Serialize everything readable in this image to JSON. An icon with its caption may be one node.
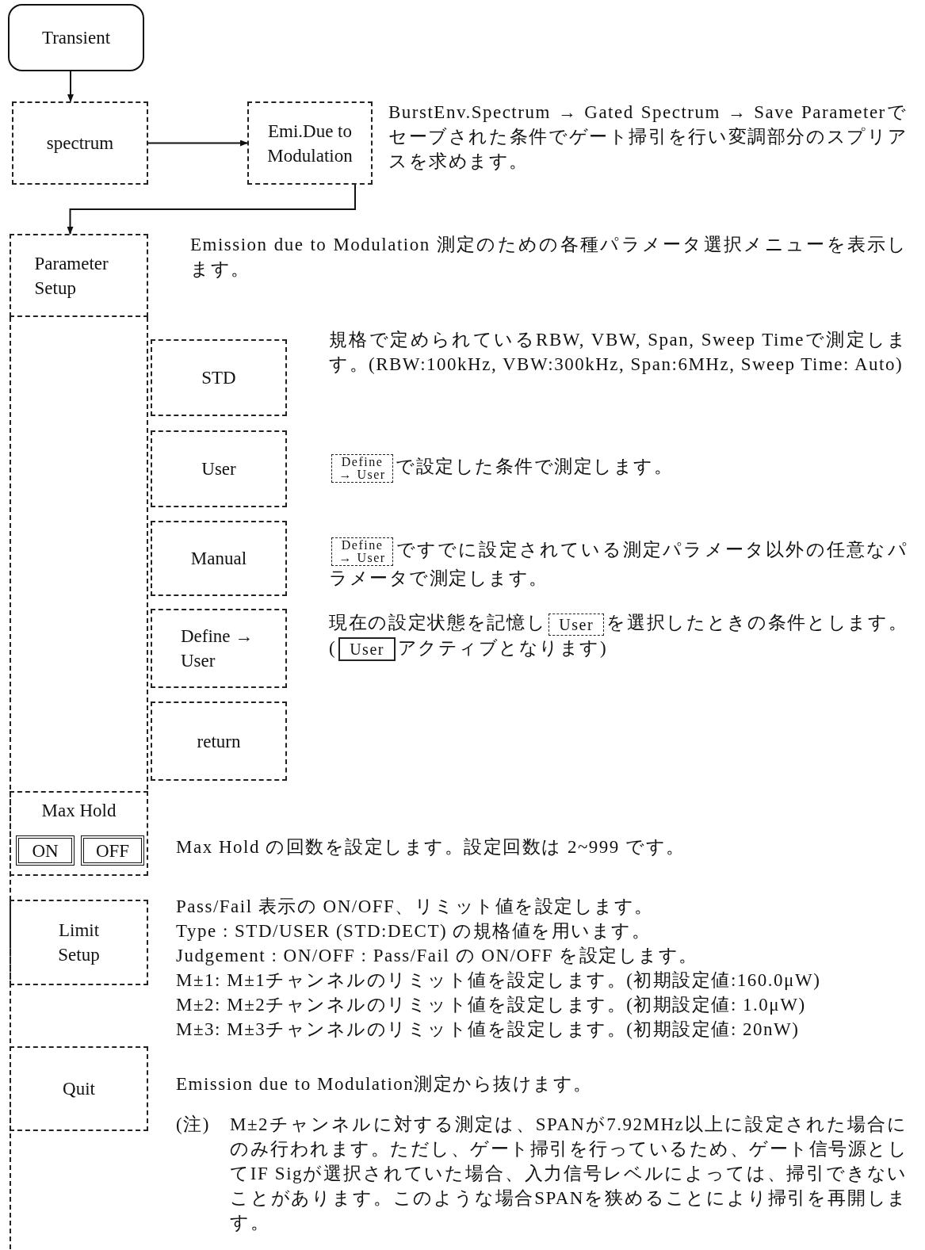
{
  "diagram": {
    "nodes": [
      {
        "text": [
          "Transient"
        ]
      },
      {
        "text": [
          "spectrum"
        ]
      },
      {
        "text": [
          "Emi.Due to Modulation"
        ],
        "beside": [
          "BurstEnv.Spectrum → Gated Spectrum → Save Parameterでセーブされた条件でゲート掃引を行い変調部分のスプリアスを求めます。"
        ]
      },
      {
        "text": [
          "Parameter Setup"
        ],
        "beside": [
          "Emission due to Modulation 測定のための各種パラメータ選択メニューを表示します。"
        ]
      },
      {
        "text": [
          "STD"
        ],
        "beside": [
          "規格で定められているRBW, VBW, Span, Sweep Timeで測定します。(RBW:100kHz, VBW:300kHz, Span:6MHz, Sweep Time: Auto)"
        ]
      },
      {
        "text": [
          "User"
        ],
        "beside": [
          "Define → User",
          "で設定した条件で測定します。"
        ]
      },
      {
        "text": [
          "Manual"
        ],
        "beside": [
          "Define → User",
          "ですでに設定されている測定パラメータ以外の任意なパラメータで測定します。"
        ]
      },
      {
        "text": [
          "Define → User"
        ],
        "beside": [
          "現在の設定状態を記憶し",
          "User",
          "を選択したときの条件とします。(",
          "User",
          "アクティブとなります)"
        ]
      },
      {
        "text": [
          "return"
        ]
      },
      {
        "text": [
          "Max Hold"
        ],
        "beside": [
          "Max Hold の回数を設定します。設定回数は 2~999 です。"
        ]
      },
      {
        "text": [
          "ON"
        ],
        "in": 9
      },
      {
        "text": [
          "OFF"
        ],
        "in": 9
      },
      {
        "text": [
          "Limit Setup"
        ],
        "beside": [
          "Pass/Fail 表示の ON/OFF、リミット値を設定します。",
          "Type : STD/USER (STD:DECT) の規格値を用います。",
          "Judgement : ON/OFF : Pass/Fail の ON/OFF を設定します。",
          "M±1: M±1チャンネルのリミット値を設定します。(初期設定値:160.0μW)",
          "M±2: M±2チャンネルのリミット値を設定します。(初期設定値: 1.0μW)",
          "M±3: M±3チャンネルのリミット値を設定します。(初期設定値: 20nW)"
        ]
      },
      {
        "text": [
          "Quit"
        ],
        "beside": [
          "Emission due to Modulation測定から抜けます。"
        ]
      }
    ],
    "edges": [
      {
        "from": 0,
        "to": 1,
        "arrow": "to"
      },
      {
        "from": 1,
        "to": 2,
        "arrow": "to"
      },
      {
        "from": 2,
        "to": 3,
        "arrow": "to"
      }
    ],
    "labels": [
      "(注)",
      "M±2チャンネルに対する測定は、SPANが7.92MHz以上に設定された場合にのみ行われます。ただし、ゲート掃引を行っているため、ゲート信号源としてIF Sigが選択されていた場合、入力信号レベルによっては、掃引できないことがあります。このような場合SPANを狭めることにより掃引を再開します。"
    ]
  }
}
